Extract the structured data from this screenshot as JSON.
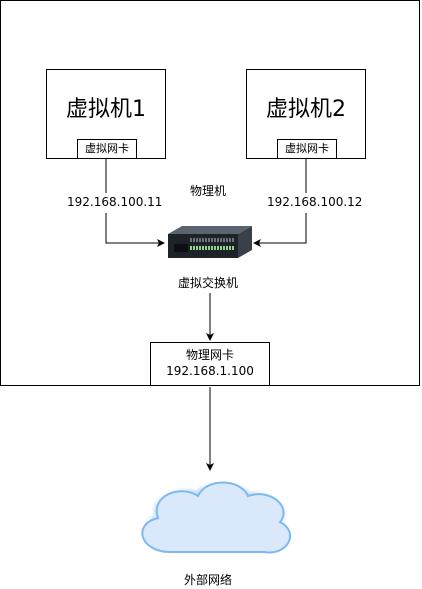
{
  "host": {
    "label": "物理机"
  },
  "vm1": {
    "title": "虚拟机1",
    "nic_label": "虚拟网卡",
    "ip": "192.168.100.11"
  },
  "vm2": {
    "title": "虚拟机2",
    "nic_label": "虚拟网卡",
    "ip": "192.168.100.12"
  },
  "switch": {
    "label": "虚拟交换机",
    "icon": "network-switch-icon"
  },
  "physical_nic": {
    "label": "物理网卡",
    "ip": "192.168.1.100"
  },
  "external": {
    "label": "外部网络",
    "icon": "cloud-icon",
    "fill_color": "#dae8fc",
    "glow_color": "#7fb8f0"
  }
}
